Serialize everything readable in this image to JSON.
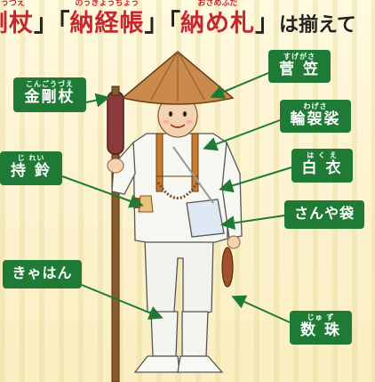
{
  "headline": {
    "items": [
      {
        "ruby": "こんごうづえ",
        "text": "金剛杖"
      },
      {
        "ruby": "のうきょうちょう",
        "text": "納経帳"
      },
      {
        "ruby": "おさめふだ",
        "text": "納め札"
      }
    ],
    "brackets": [
      "」「",
      "「",
      "」「",
      "」"
    ],
    "suffix": "は揃えて"
  },
  "labels": {
    "kongozue": {
      "ruby": "こんごうづえ",
      "text": "金剛杖"
    },
    "jirei": {
      "ruby": "じ れい",
      "text": "持 鈴"
    },
    "kyahan": {
      "text": "きゃはん"
    },
    "sugegasa": {
      "ruby": "すげがさ",
      "text": "菅 笠"
    },
    "wagesa": {
      "ruby": "わげさ",
      "text": "輪袈裟"
    },
    "hakue": {
      "ruby": "は く え",
      "text": "白 衣"
    },
    "sanyabukuro": {
      "text": "さんや袋"
    },
    "juzu": {
      "ruby": "じゅ ず",
      "text": "数 珠"
    }
  },
  "colors": {
    "label_green": "#1f7a35",
    "headline_red": "#c8262e",
    "background": "#fbf6d6"
  }
}
